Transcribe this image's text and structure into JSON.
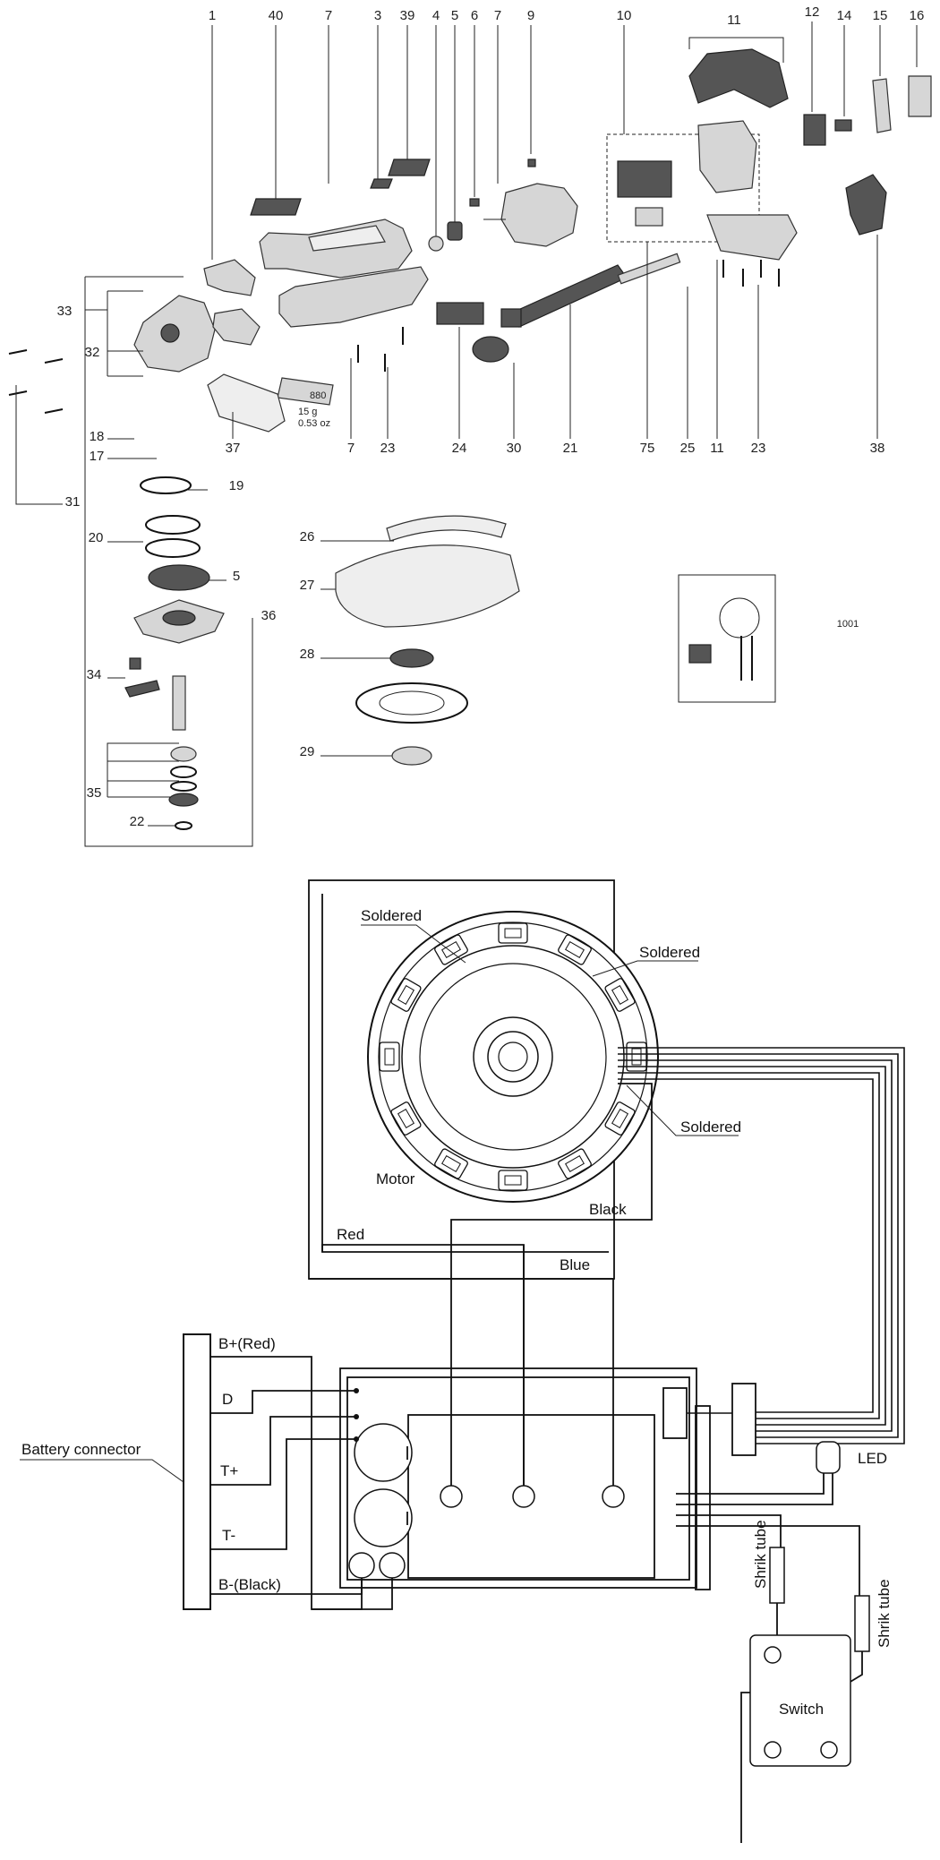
{
  "exploded_view": {
    "callouts": [
      "1",
      "40",
      "7",
      "3",
      "39",
      "4",
      "5",
      "6",
      "7",
      "9",
      "10",
      "11",
      "12",
      "14",
      "15",
      "16",
      "33",
      "32",
      "31",
      "18",
      "17",
      "19",
      "20",
      "5",
      "36",
      "34",
      "35",
      "22",
      "37",
      "7",
      "23",
      "24",
      "30",
      "21",
      "75",
      "25",
      "11",
      "23",
      "38",
      "26",
      "27",
      "28",
      "29"
    ],
    "grease_tube": {
      "code": "880",
      "weight_g": "15 g",
      "weight_oz": "0.53 oz"
    },
    "inset_code": "1001"
  },
  "wiring": {
    "labels": {
      "soldered_1": "Soldered",
      "soldered_2": "Soldered",
      "soldered_3": "Soldered",
      "motor": "Motor",
      "black": "Black",
      "red": "Red",
      "blue": "Blue",
      "b_plus": "B+(Red)",
      "d": "D",
      "t_plus": "T+",
      "t_minus": "T-",
      "b_minus": "B-(Black)",
      "battery_connector": "Battery connector",
      "led": "LED",
      "shrik_tube_1": "Shrik tube",
      "shrik_tube_2": "Shrik tube",
      "switch": "Switch"
    }
  }
}
